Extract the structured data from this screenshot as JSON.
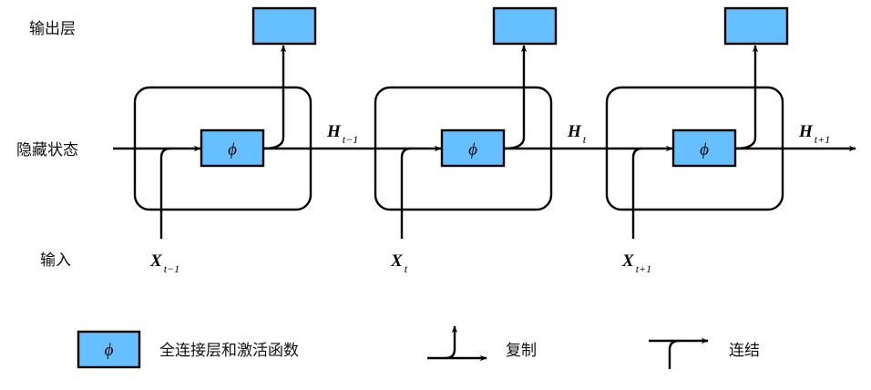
{
  "colors": {
    "node_fill": "#66BFFF",
    "stroke": "#000000"
  },
  "row_labels": {
    "output": "输出层",
    "hidden": "隐藏状态",
    "input": "输入"
  },
  "cells": [
    {
      "phi": "ϕ",
      "input_var": "X",
      "input_sub": "t−1",
      "hidden_var": "H",
      "hidden_sub": "t−1"
    },
    {
      "phi": "ϕ",
      "input_var": "X",
      "input_sub": "t",
      "hidden_var": "H",
      "hidden_sub": "t"
    },
    {
      "phi": "ϕ",
      "input_var": "X",
      "input_sub": "t+1",
      "hidden_var": "H",
      "hidden_sub": "t+1"
    }
  ],
  "legend": {
    "fc_symbol": "ϕ",
    "fc_label": "全连接层和激活函数",
    "copy_label": "复制",
    "concat_label": "连结"
  }
}
